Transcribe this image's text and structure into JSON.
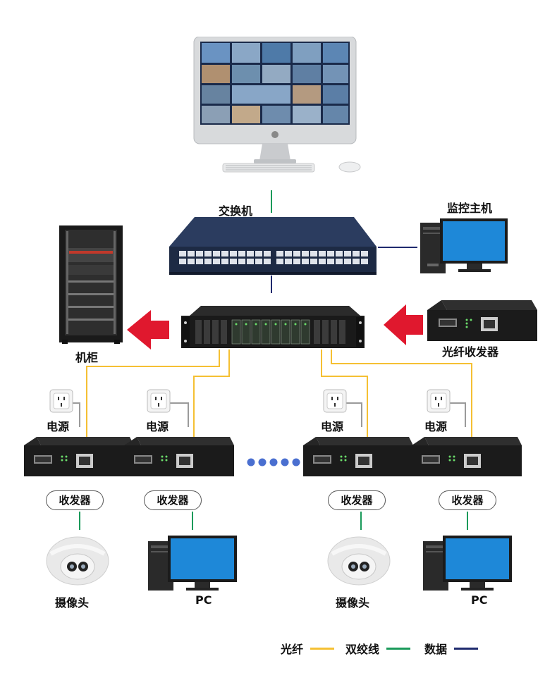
{
  "labels": {
    "switch": "交换机",
    "monitor_host": "监控主机",
    "cabinet": "机柜",
    "fiber_transceiver": "光纤收发器",
    "power": "电源",
    "transceiver": "收发器",
    "camera": "摄像头",
    "pc": "PC"
  },
  "legend": {
    "fiber": "光纤",
    "twisted_pair": "双绞线",
    "data": "数据"
  },
  "colors": {
    "fiber": "#f5c033",
    "twisted_pair": "#1a9a5a",
    "data": "#1f2a6e",
    "arrow": "#e0182e",
    "dots": "#4a6fd0"
  }
}
